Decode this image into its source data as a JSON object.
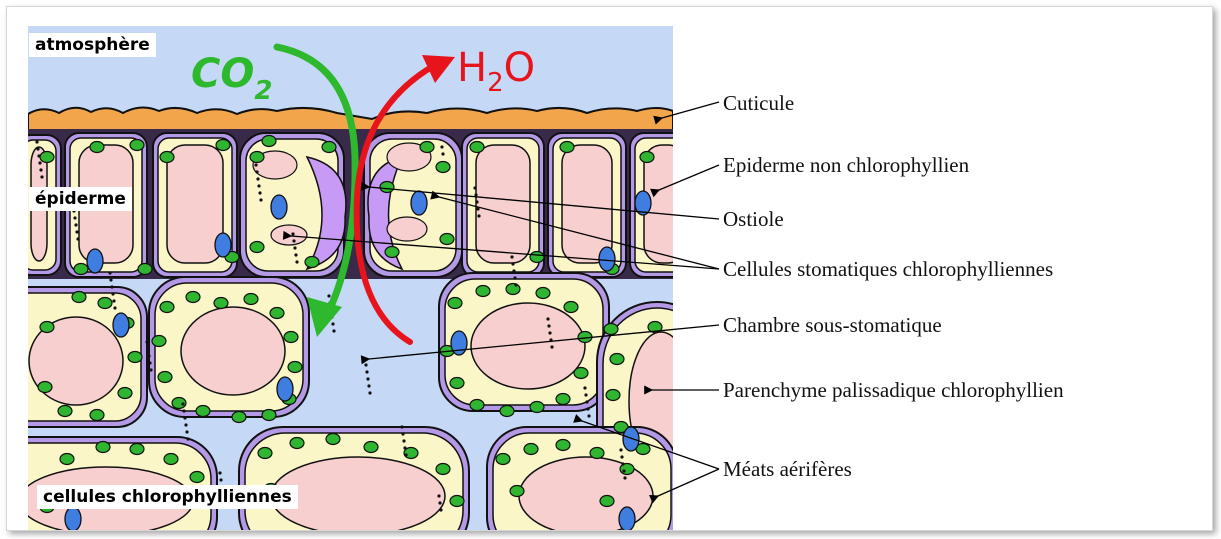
{
  "region_labels": {
    "atmosphere": "atmosphère",
    "epidermis": "épiderme",
    "chlorophyll_cells": "cellules chlorophylliennes"
  },
  "gases": {
    "co2": {
      "main": "CO",
      "sub": "2",
      "color": "#2db82d"
    },
    "h2o": {
      "h": "H",
      "sub": "2",
      "o": "O",
      "color": "#e8141c"
    }
  },
  "callouts": [
    {
      "key": "cuticule",
      "text": "Cuticule"
    },
    {
      "key": "epiderme",
      "text": "Epiderme non chlorophyllien"
    },
    {
      "key": "ostiole",
      "text": "Ostiole"
    },
    {
      "key": "cellules_stomatiques",
      "text": "Cellules stomatiques chlorophylliennes"
    },
    {
      "key": "chambre",
      "text": "Chambre sous-stomatique"
    },
    {
      "key": "parenchyme",
      "text": "Parenchyme palissadique chlorophyllien"
    },
    {
      "key": "meats",
      "text": "Méats aérifères"
    }
  ],
  "colors": {
    "air": "#c5d9f6",
    "cuticle": "#f2a54a",
    "cytoplasm": "#fbf6c8",
    "vacuole": "#f7cfcf",
    "chloroplast": "#2fb52f",
    "nucleus": "#3f7ee0",
    "cell_wall": "#b49ae6",
    "guard_wall": "#c79af5"
  }
}
